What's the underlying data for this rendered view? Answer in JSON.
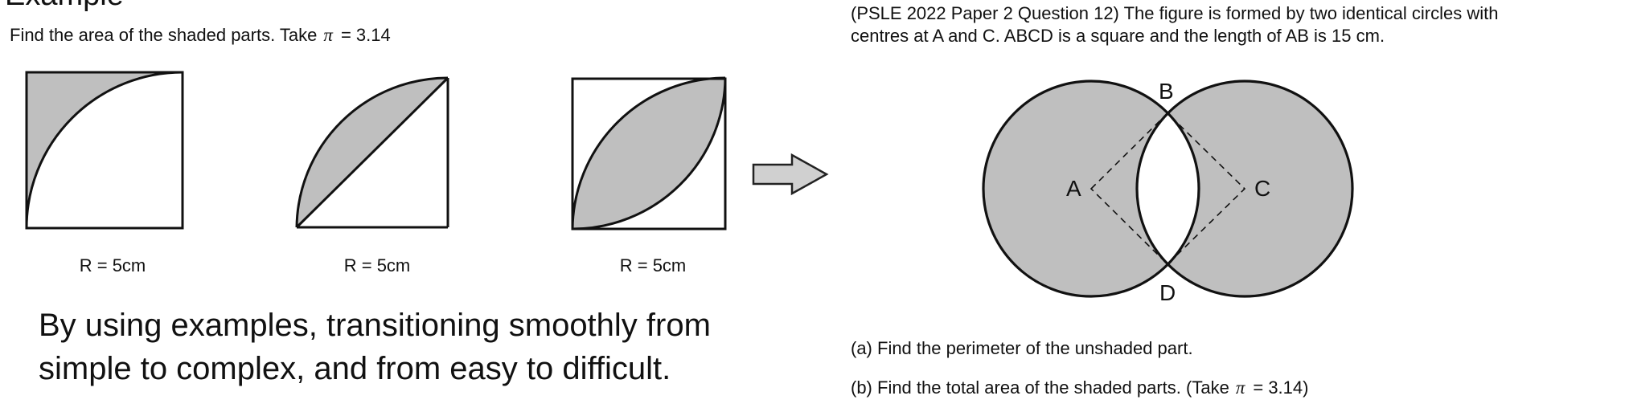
{
  "left": {
    "cut_title": "Example",
    "instruction": "Find the area of the shaded parts. Take",
    "pi_symbol": "π",
    "pi_value": "= 3.14",
    "figures": [
      {
        "label": "R = 5cm"
      },
      {
        "label": "R = 5cm"
      },
      {
        "label": "R = 5cm"
      }
    ],
    "caption_line1": "By using examples, transitioning smoothly from",
    "caption_line2": "simple to complex, and from easy to difficult."
  },
  "right": {
    "question_line1": "(PSLE 2022 Paper 2 Question 12) The figure is formed by two identical circles with",
    "question_line2": "centres at A and C. ABCD is a square and the length of AB is 15 cm.",
    "points": {
      "a": "A",
      "b": "B",
      "c": "C",
      "d": "D"
    },
    "part_a": "(a)  Find the perimeter of the unshaded part.",
    "part_b_text": "(b)  Find the total area of the shaded parts. (Take",
    "part_b_pi": "π",
    "part_b_end": "= 3.14)"
  },
  "colors": {
    "shade": "#bfbfbf",
    "stroke": "#111111",
    "arrow_fill": "#d0d0d0"
  }
}
